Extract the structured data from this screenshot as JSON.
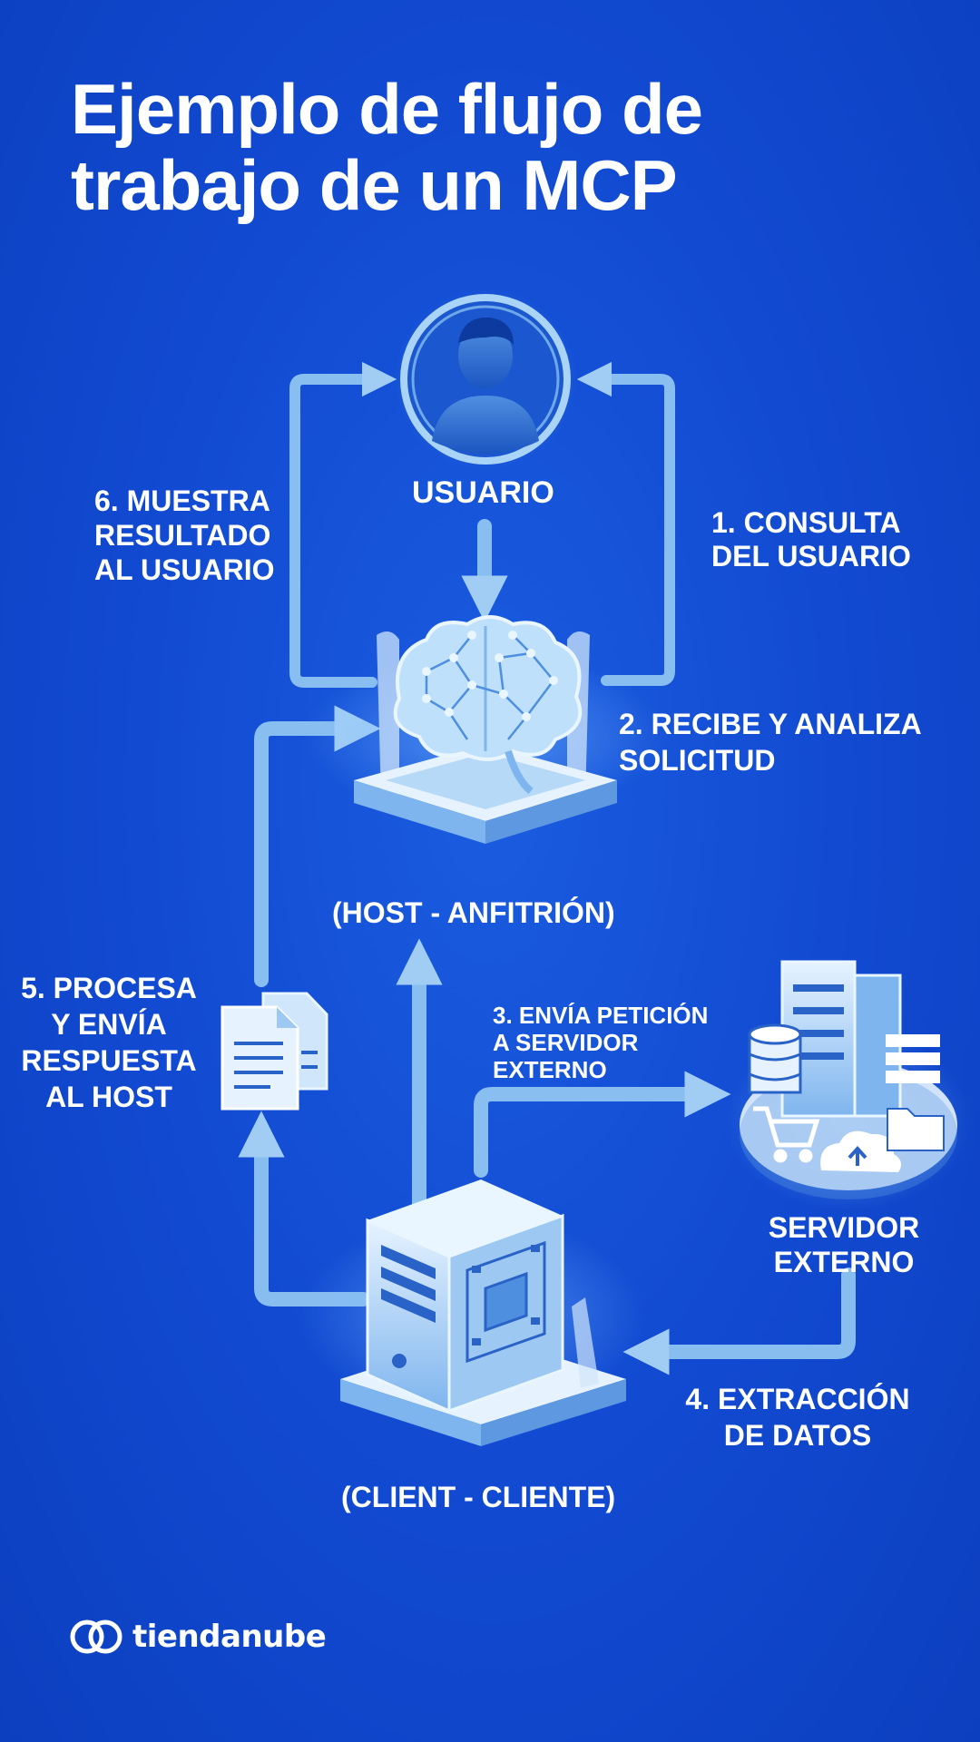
{
  "title": {
    "line1": "Ejemplo de flujo de",
    "line2": "trabajo de un MCP"
  },
  "nodes": {
    "user": "USUARIO",
    "host": "(HOST - ANFITRIÓN)",
    "server": {
      "line1": "SERVIDOR",
      "line2": "EXTERNO"
    },
    "client": "(CLIENT - CLIENTE)"
  },
  "steps": {
    "step1": {
      "line1": "1. CONSULTA",
      "line2": "DEL USUARIO"
    },
    "step2": {
      "line1": "2. RECIBE Y ANALIZA",
      "line2": "SOLICITUD"
    },
    "step3": {
      "line1": "3. ENVÍA PETICIÓN",
      "line2": "A SERVIDOR",
      "line3": "EXTERNO"
    },
    "step4": {
      "line1": "4. EXTRACCIÓN",
      "line2": "DE DATOS"
    },
    "step5": {
      "line1": "5. PROCESA",
      "line2": "Y ENVÍA",
      "line3": "RESPUESTA",
      "line4": "AL HOST"
    },
    "step6": {
      "line1": "6. MUESTRA",
      "line2": "RESULTADO",
      "line3": "AL USUARIO"
    }
  },
  "brand": {
    "name": "tiendanube"
  },
  "colors": {
    "background": "#1149d0",
    "arrow": "#8fc4f2",
    "icon_light": "#cfe6fb",
    "icon_mid": "#6fa8e8",
    "icon_dark": "#0d3a9e",
    "text": "#ffffff"
  },
  "icons": [
    "user-icon",
    "brain-icon",
    "server-icon",
    "computer-icon",
    "document-icon",
    "database-icon",
    "cart-icon",
    "cloud-upload-icon",
    "folder-icon",
    "tiendanube-logo-icon"
  ]
}
